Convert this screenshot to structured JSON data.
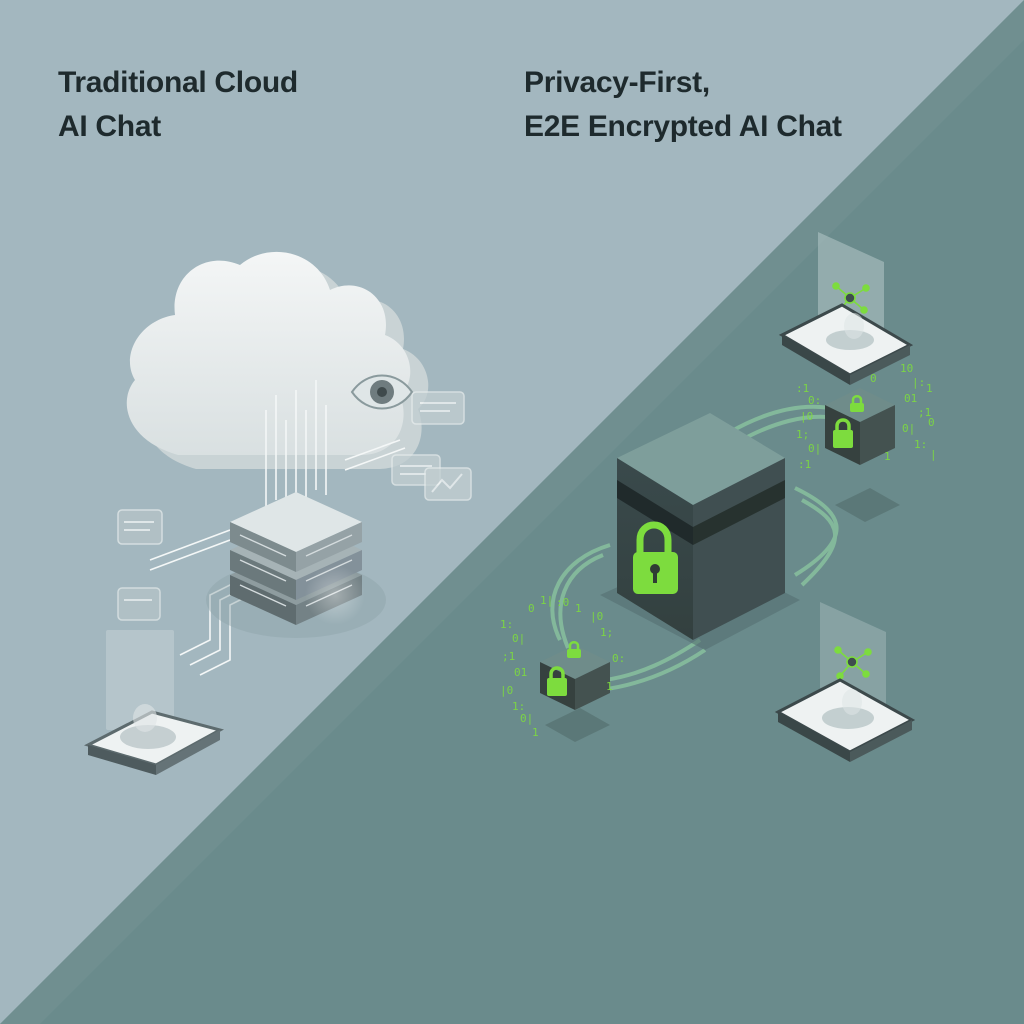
{
  "panels": {
    "left": {
      "title_line1": "Traditional Cloud",
      "title_line2": "AI Chat"
    },
    "right": {
      "title_line1": "Privacy-First,",
      "title_line2": "E2E Encrypted AI Chat"
    }
  },
  "colors": {
    "left_background": "#a3b7bf",
    "right_background": "#6a8b8c",
    "accent_green": "#7ddc3e",
    "heading_text": "#1e2a2d"
  },
  "icons": [
    "cloud-icon",
    "eye-icon",
    "server-icon",
    "lock-icon",
    "network-node-icon",
    "device-icon"
  ]
}
